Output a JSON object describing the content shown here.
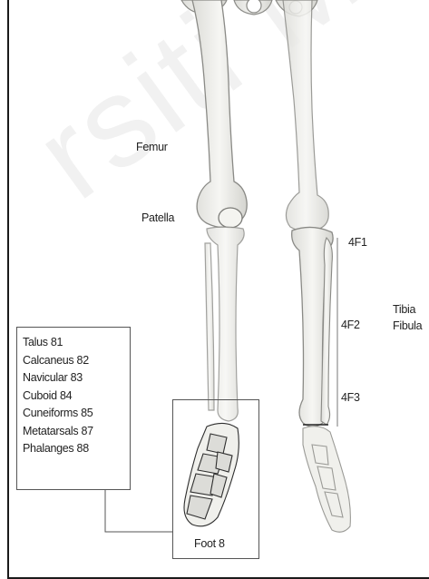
{
  "labels": {
    "femur": "Femur",
    "patella": "Patella",
    "tibia": "Tibia",
    "fibula": "Fibula",
    "f1": "4F1",
    "f2": "4F2",
    "f3": "4F3",
    "foot": "Foot 8"
  },
  "legend_items": [
    "Talus 81",
    "Calcaneus 82",
    "Navicular 83",
    "Cuboid 84",
    "Cuneiforms 85",
    "Metatarsals 87",
    "Phalanges 88"
  ],
  "watermark": "rsiti Ma",
  "colors": {
    "bone_fill": "#efefec",
    "bone_stroke": "#8a8a86",
    "line": "#333333",
    "watermark": "#c8c8c8"
  }
}
